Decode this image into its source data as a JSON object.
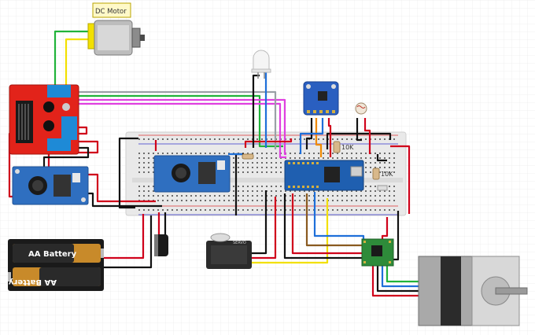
{
  "components": {
    "dc_motor": {
      "label": "DC Motor"
    },
    "battery": {
      "top_label": "AA Battery",
      "bottom_label": "AA Battery"
    },
    "servo": {
      "label": "SERVO"
    },
    "resistor_1": {
      "label": "10K"
    },
    "resistor_2": {
      "label": "10K"
    }
  },
  "colors": {
    "wire_red": "#d0021b",
    "wire_black": "#111111",
    "wire_blue": "#1e6fd9",
    "wire_green": "#21b33a",
    "wire_yellow": "#f2e000",
    "wire_magenta": "#e040e0",
    "wire_brown": "#8a5a20",
    "wire_orange": "#f08a00",
    "board_red": "#e2231a",
    "buck_blue": "#2f6fc0",
    "arduino_blue": "#1f5fb0",
    "driver_green": "#2e8b3a",
    "grid": "#dcdcdc"
  }
}
